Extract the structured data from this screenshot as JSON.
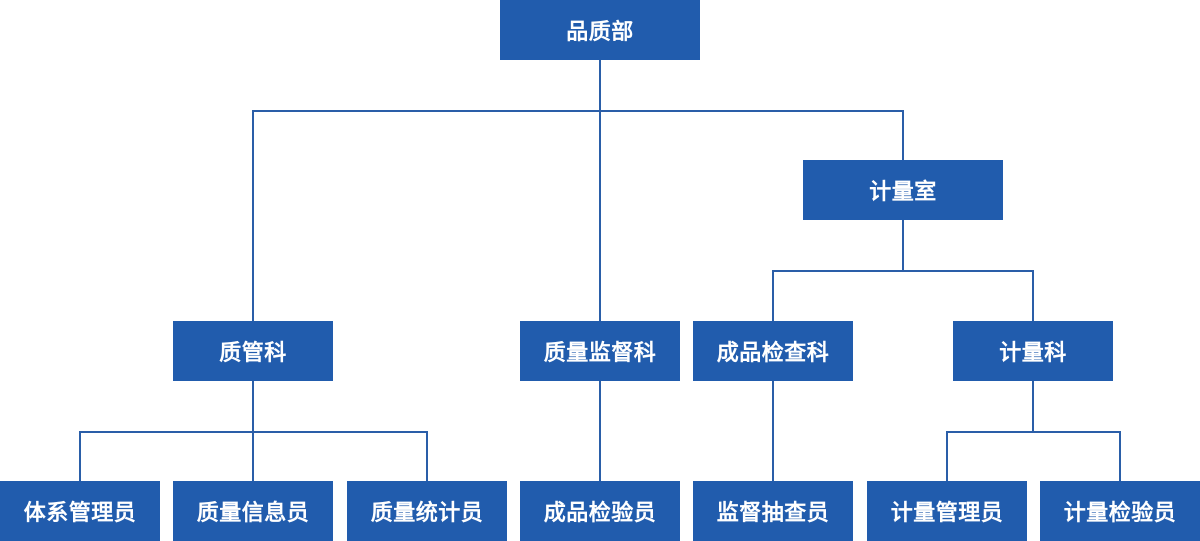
{
  "org_chart": {
    "root": {
      "label": "品质部"
    },
    "metrology_office": {
      "label": "计量室"
    },
    "departments": [
      {
        "label": "质管科"
      },
      {
        "label": "质量监督科"
      },
      {
        "label": "成品检查科"
      },
      {
        "label": "计量科"
      }
    ],
    "staff": [
      {
        "label": "体系管理员"
      },
      {
        "label": "质量信息员"
      },
      {
        "label": "质量统计员"
      },
      {
        "label": "成品检验员"
      },
      {
        "label": "监督抽查员"
      },
      {
        "label": "计量管理员"
      },
      {
        "label": "计量检验员"
      }
    ]
  },
  "colors": {
    "node_fill": "#215cad",
    "node_text": "#ffffff",
    "connector": "#2a5ea8",
    "background": "#ffffff"
  }
}
